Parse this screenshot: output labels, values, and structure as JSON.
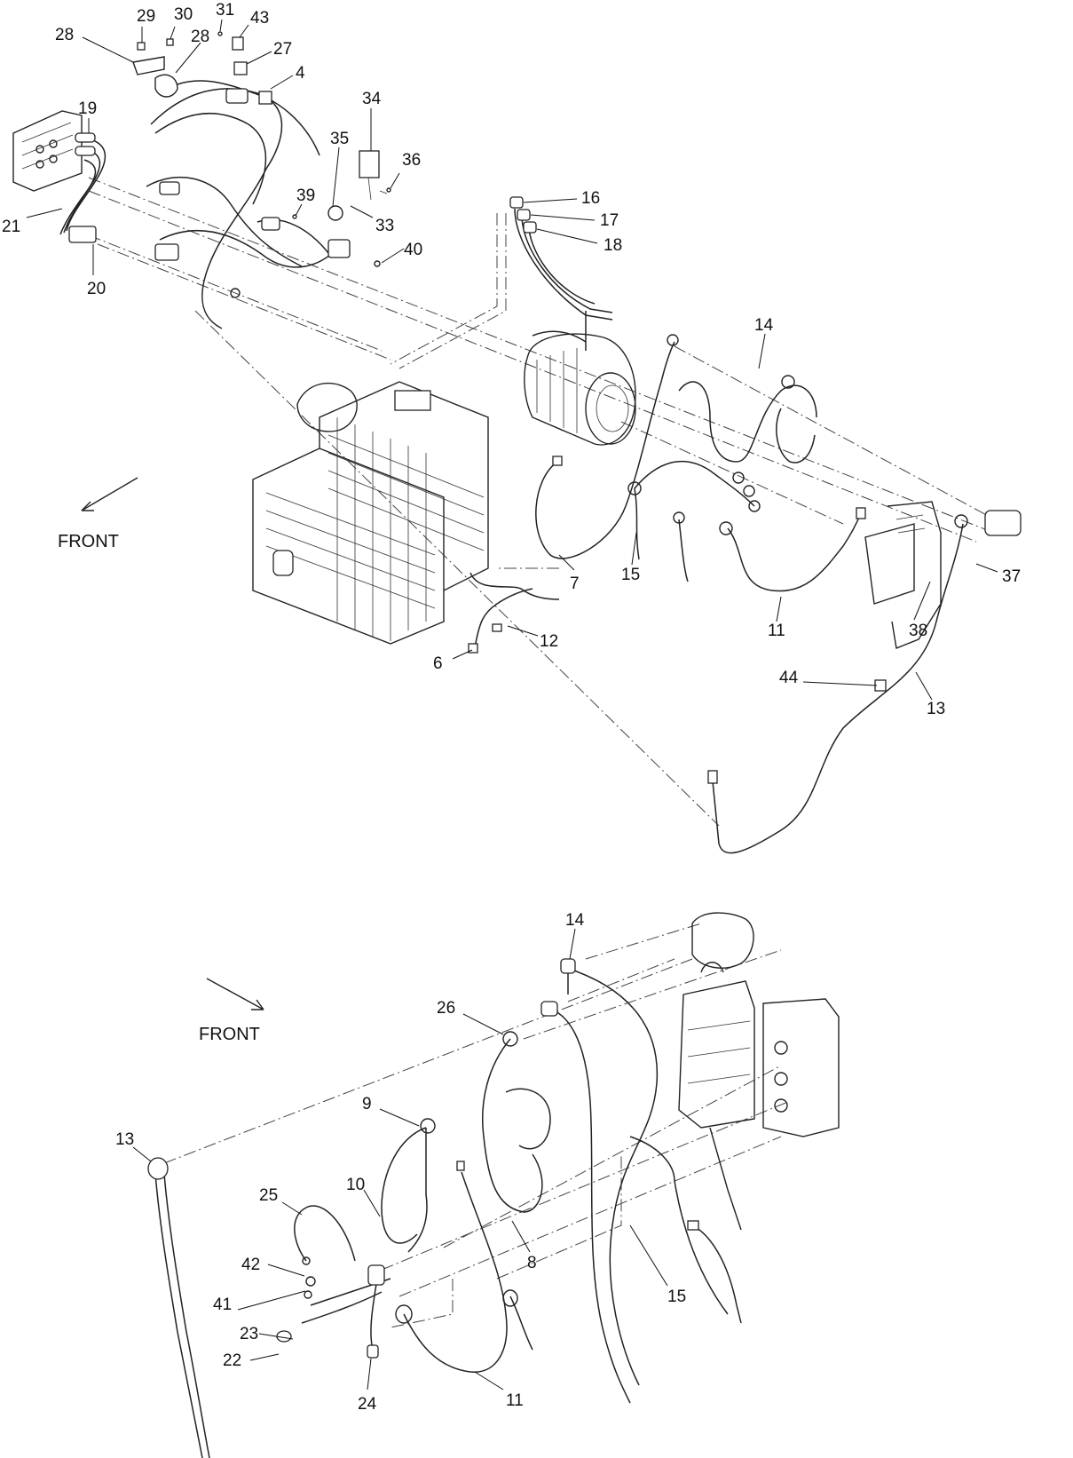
{
  "top_view": {
    "front_label": "FRONT",
    "callouts": [
      "29",
      "30",
      "31",
      "43",
      "28",
      "28",
      "27",
      "4",
      "34",
      "19",
      "35",
      "36",
      "21",
      "39",
      "33",
      "40",
      "20",
      "16",
      "17",
      "18",
      "14",
      "7",
      "15",
      "37",
      "11",
      "38",
      "12",
      "6",
      "44",
      "13"
    ]
  },
  "bottom_view": {
    "front_label": "FRONT",
    "callouts": [
      "14",
      "26",
      "9",
      "13",
      "25",
      "10",
      "8",
      "15",
      "42",
      "41",
      "23",
      "22",
      "24",
      "11"
    ]
  },
  "icons": [
    "front-arrow-icon"
  ]
}
